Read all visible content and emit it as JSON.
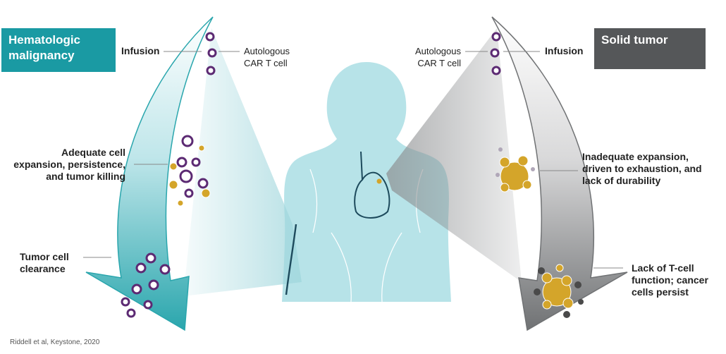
{
  "colors": {
    "hematologic_box": "#1a9aa3",
    "solid_box": "#555759",
    "teal_arrow": "#2aa6ad",
    "gray_arrow": "#7d7f82",
    "body_fill": "#b7e3e8",
    "car_t_cell": "#5c2a73",
    "tumor_cell": "#d4a52a",
    "exhausted_cell": "#4a4a4a"
  },
  "hematologic": {
    "title": "Hematologic malignancy",
    "infusion": "Infusion",
    "cell_label": "Autologous CAR T cell",
    "expansion": "Adequate cell expansion, persistence, and tumor killing",
    "clearance": "Tumor cell clearance"
  },
  "solid": {
    "title": "Solid tumor",
    "infusion": "Infusion",
    "cell_label": "Autologous CAR T cell",
    "expansion": "Inadequate expansion, driven to exhaustion, and lack of durability",
    "persist": "Lack of T-cell function; cancer cells persist"
  },
  "citation": "Riddell et al, Keystone, 2020"
}
